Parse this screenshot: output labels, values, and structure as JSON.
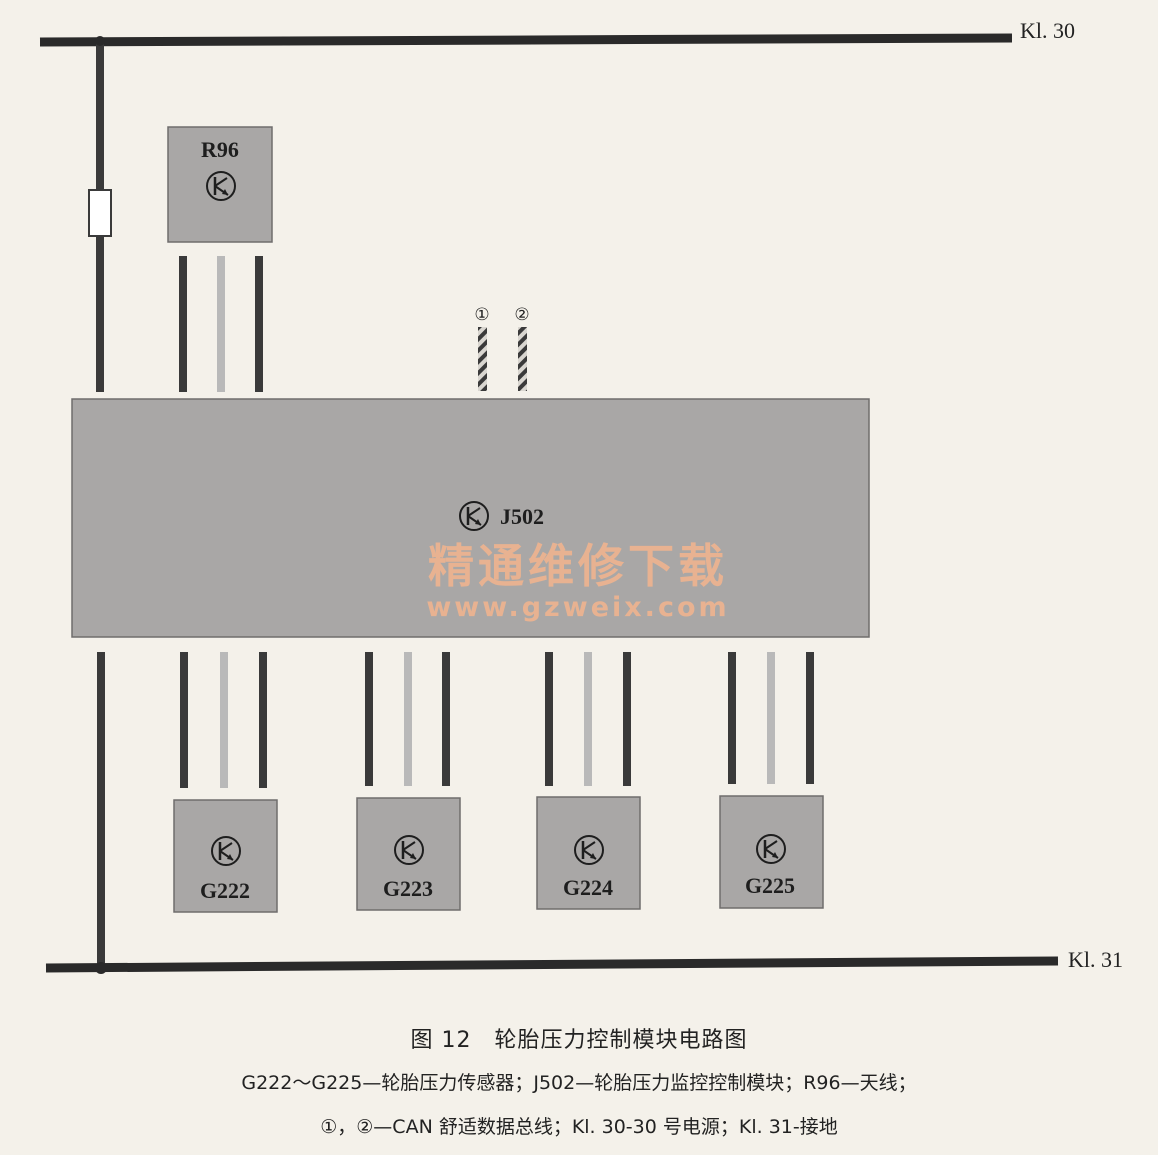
{
  "buses": {
    "kl30": "Kl. 30",
    "kl31": "Kl. 31"
  },
  "components": {
    "antenna": "R96",
    "control_module": "J502",
    "sensors": [
      "G222",
      "G223",
      "G224",
      "G225"
    ]
  },
  "can_markers": [
    "①",
    "②"
  ],
  "watermark": {
    "line1": "精通维修下载",
    "line2": "www.gzweix.com"
  },
  "caption": {
    "title": "图 12　轮胎压力控制模块电路图",
    "line1": "G222～G225—轮胎压力传感器；J502—轮胎压力监控控制模块；R96—天线；",
    "line2": "①，②—CAN 舒适数据总线；Kl. 30-30 号电源；Kl. 31-接地"
  },
  "colors": {
    "wire_dark": "#3a3a3a",
    "wire_light": "#b9b9b9",
    "box_fill": "#a9a7a6",
    "watermark": "#f3b58e"
  }
}
